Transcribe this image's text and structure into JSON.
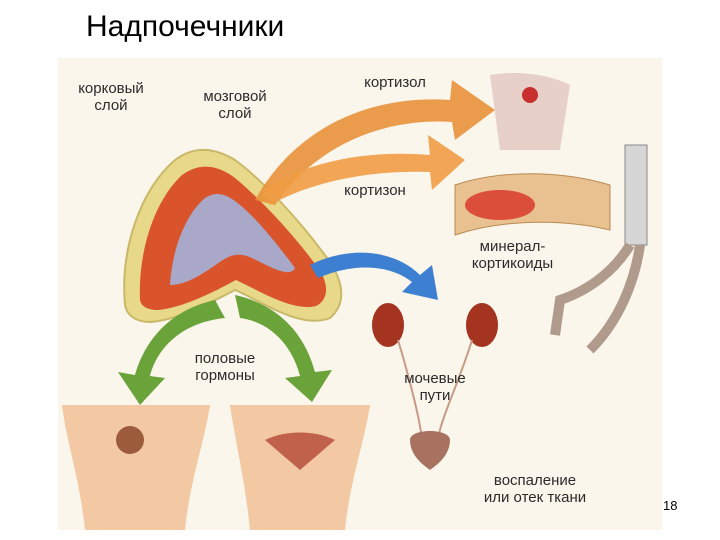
{
  "slide": {
    "title": "Надпочечники",
    "page_number": "18"
  },
  "diagram": {
    "labels": {
      "cortex": [
        "корковый",
        "слой"
      ],
      "medulla": [
        "мозговой",
        "слой"
      ],
      "cortisol": "кортизол",
      "cortisone": "кортизон",
      "mineralocorticoids": [
        "минерал-",
        "кортикоиды"
      ],
      "sex_hormones": [
        "половые",
        "гормоны"
      ],
      "urinary_tract": [
        "мочевые",
        "пути"
      ],
      "inflammation": [
        "воспаление",
        "или отек ткани"
      ]
    },
    "colors": {
      "orange_arrow": "#e8913a",
      "blue_arrow": "#3d7fd0",
      "green_arrow": "#6aa33a",
      "cortex_red": "#d9532b",
      "medulla_gray": "#a9a8c8",
      "capsule_yellow": "#e8d98a"
    }
  }
}
